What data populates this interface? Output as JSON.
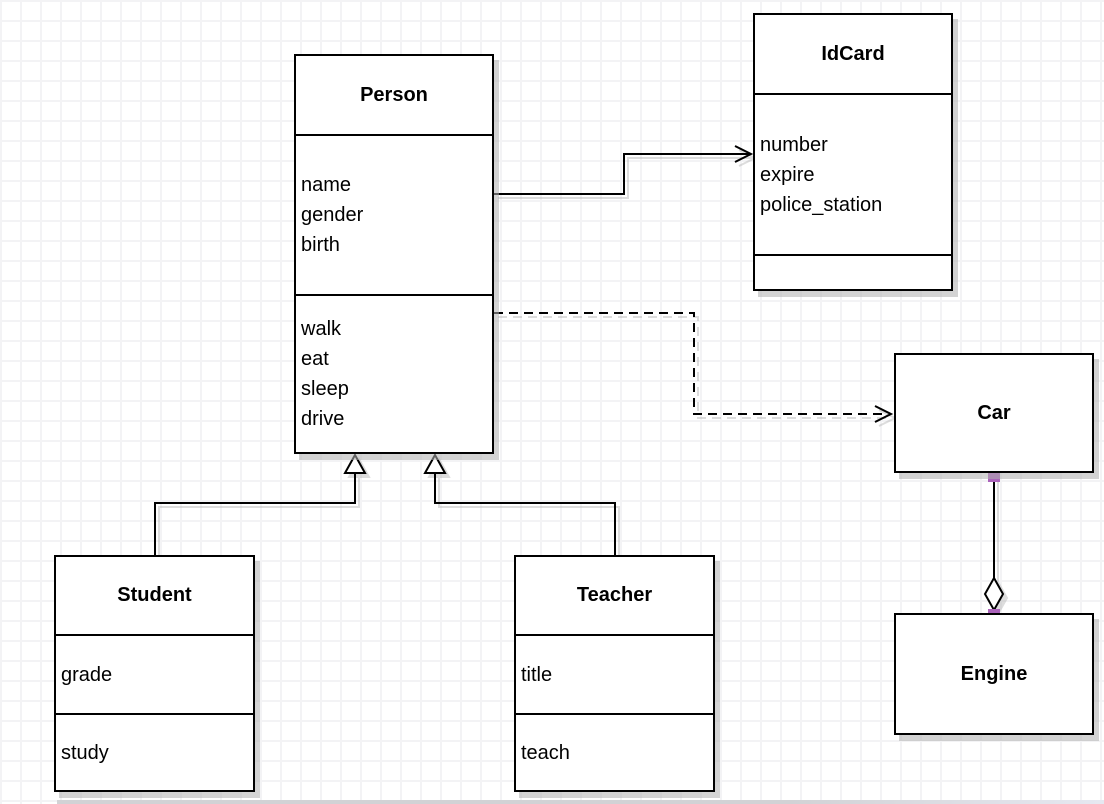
{
  "diagram": {
    "type": "uml-class-diagram",
    "bg_color": "#ffffff",
    "grid_color": "#f3f3f5",
    "accent_handle_color": "#ab63bb",
    "line_color": "#000000",
    "box_fill": "#ffffff"
  },
  "classes": [
    {
      "name": "Person",
      "attributes": [
        "name",
        "gender",
        "birth"
      ],
      "methods": [
        "walk",
        "eat",
        "sleep",
        "drive"
      ]
    },
    {
      "name": "IdCard",
      "attributes": [
        "number",
        "expire",
        "police_station"
      ],
      "methods": []
    },
    {
      "name": "Car",
      "attributes": [],
      "methods": []
    },
    {
      "name": "Engine",
      "attributes": [],
      "methods": []
    },
    {
      "name": "Student",
      "attributes": [
        "grade"
      ],
      "methods": [
        "study"
      ]
    },
    {
      "name": "Teacher",
      "attributes": [
        "title"
      ],
      "methods": [
        "teach"
      ]
    }
  ],
  "relationships": [
    {
      "type": "association",
      "from": "Person",
      "to": "IdCard",
      "line": "solid",
      "arrow": "open"
    },
    {
      "type": "dependency",
      "from": "Person",
      "to": "Car",
      "line": "dashed",
      "arrow": "open"
    },
    {
      "type": "inheritance",
      "from": "Student",
      "to": "Person",
      "line": "solid",
      "arrow": "hollow-triangle"
    },
    {
      "type": "inheritance",
      "from": "Teacher",
      "to": "Person",
      "line": "solid",
      "arrow": "hollow-triangle"
    },
    {
      "type": "aggregation",
      "from": "Car",
      "to": "Engine",
      "line": "solid",
      "arrow": "hollow-diamond",
      "endpoint_handle_color": "#ab63bb"
    }
  ]
}
